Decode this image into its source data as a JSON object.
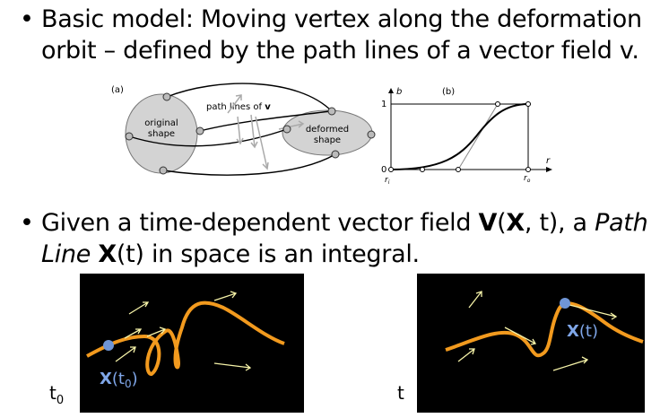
{
  "bullets": [
    {
      "line1": "Basic model: Moving vertex along the deformation",
      "line2": "orbit – defined by the path lines of a vector field v."
    },
    {
      "pre": "Given a time-dependent vector field ",
      "V": "V",
      "mid1": "(",
      "X": "X",
      "mid2": ", t), a ",
      "path": "Path",
      "line2_italic": "Line",
      "X2": "X",
      "line2_rest": "(t) in space is an integral."
    }
  ],
  "figure_a": {
    "label": "(a)",
    "original": [
      "original",
      "shape"
    ],
    "path_lines": "path lines of",
    "v": "v",
    "deformed": [
      "deformed",
      "shape"
    ]
  },
  "figure_b": {
    "label": "(b)",
    "y_axis": "b",
    "y_one": "1",
    "y_zero": "0",
    "x_axis": "r",
    "ri": "r",
    "ri_sub": "i",
    "ro": "r",
    "ro_sub": "o"
  },
  "panel_left": {
    "label_main": "X",
    "label_open": "(t",
    "label_sub": "0",
    "label_close": ")"
  },
  "panel_right": {
    "label_main": "X",
    "label_rest": "(t)"
  },
  "time_labels": {
    "t0_main": "t",
    "t0_sub": "0",
    "t": "t"
  },
  "colors": {
    "curve": "#f29a1e",
    "point": "#6f95d6",
    "arrow": "#f6f3a8",
    "label_blue": "#7fa6e8"
  }
}
